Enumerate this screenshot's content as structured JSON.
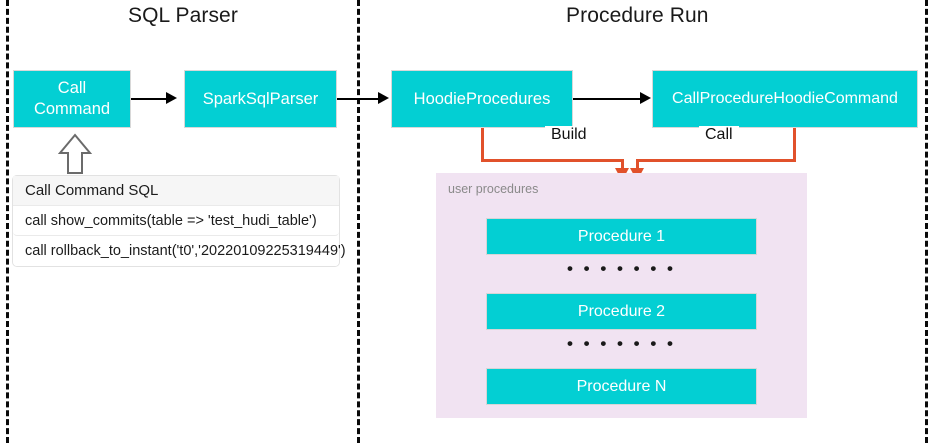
{
  "diagram": {
    "sections": [
      {
        "title": "SQL Parser"
      },
      {
        "title": "Procedure Run"
      }
    ],
    "nodes": {
      "call_command": "Call\nCommand",
      "spark_sql_parser": "SparkSqlParser",
      "hoodie_procedures": "HoodieProcedures",
      "call_procedure_hoodie_command": "CallProcedureHoodieCommand"
    },
    "edges": {
      "build_label": "Build",
      "call_label": "Call"
    },
    "sql_table": {
      "header": "Call Command SQL",
      "rows": [
        "call show_commits(table => 'test_hudi_table')",
        "call rollback_to_instant('t0','20220109225319449')"
      ]
    },
    "procedures_panel": {
      "caption": "user procedures",
      "items": [
        "Procedure 1",
        "Procedure 2",
        "Procedure N"
      ],
      "ellipsis": "• • • • • • •"
    },
    "colors": {
      "node_fill": "#03cfd3",
      "panel_fill": "#f1e3f2",
      "edge_orange": "#E1512B",
      "edge_black": "#000000",
      "caption_gray": "#8a8a8a"
    }
  }
}
